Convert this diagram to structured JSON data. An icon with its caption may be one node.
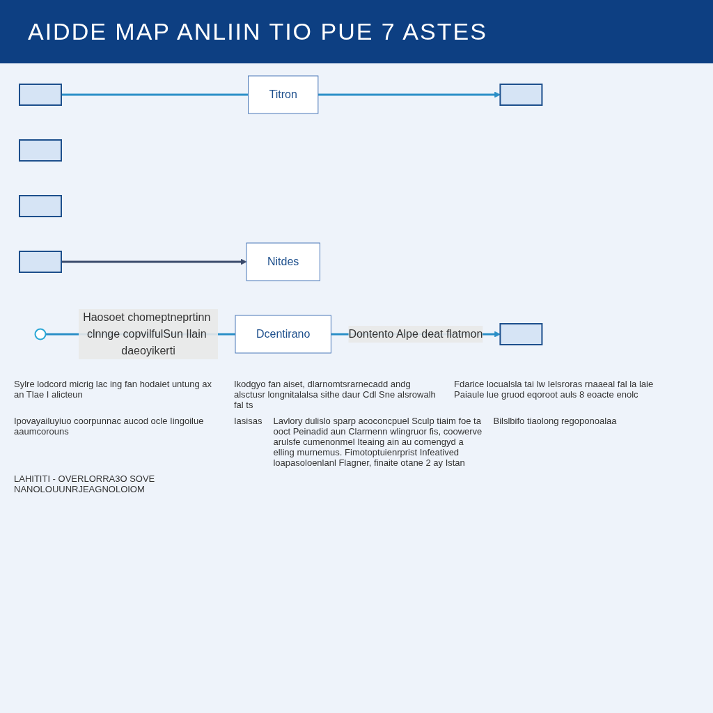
{
  "diagram": {
    "title": "AIDDE MAP ANLIIN TIO PUE 7 ASTES",
    "nodes": [
      {
        "text": [],
        "shape": "box"
      },
      {
        "text": [
          "Titron"
        ]
      },
      {
        "text": [],
        "shape": "box"
      },
      {
        "text": [],
        "shape": "box"
      },
      {
        "text": [],
        "shape": "box"
      },
      {
        "text": [
          "Nitdes"
        ]
      },
      {
        "text": [],
        "shape": "box"
      },
      {
        "text": [],
        "shape": "circle"
      },
      {
        "text": [
          "Dcentirano"
        ]
      },
      {
        "text": [],
        "shape": "box"
      }
    ],
    "edges": [
      {
        "from": 0,
        "to": 1,
        "arrow": "none"
      },
      {
        "from": 1,
        "to": 2,
        "arrow": "to"
      },
      {
        "from": 6,
        "to": 5,
        "arrow": "to",
        "color": "#3a4a6b"
      },
      {
        "from": 7,
        "to": 8,
        "arrow": "none",
        "label": "Haosoet chomeptneprtinn clnnge copvilfulSun Ilain daeoyikerti"
      },
      {
        "from": 8,
        "to": 9,
        "arrow": "to",
        "label": "Dontento Alpe deat flatmon"
      }
    ],
    "labels": [
      "Sylre lodcord micrig lac ing fan hodaiet untung ax an Tlae I alicteun",
      "Ikodgyo fan aiset, dlarnomtsrarnecadd andg alsctusr longnitalalsa sithe daur Cdl Sne alsrowalh fal ts",
      "Fdarice locualsla tai lw Ielsroras rnaaeal fal la laie Paiaule lue gruod eqoroot auls 8 eoacte enolc",
      "Ipovayailuyiuo coorpunnac aucod ocle Iingoilue aaumcorouns",
      "Iasisas",
      "Lavlory dulislo sparp acoconcpuel Sculp tiaim foe ta ooct Peinadid aun Clarmenn wlingruor fis, coowerve arulsfe cumenonmel Iteaing ain au comengyd a elling murnemus. Fimotoptuienrprist Infeatived loapasoloenlanl Flagner, finaite otane 2 ay Istan",
      "Bilslbifo tiaolong regoponoalaa",
      "LAHITITI - OVERLORRA3O SOVE NANOLOUUNRJEAGNOLOIOM"
    ]
  }
}
